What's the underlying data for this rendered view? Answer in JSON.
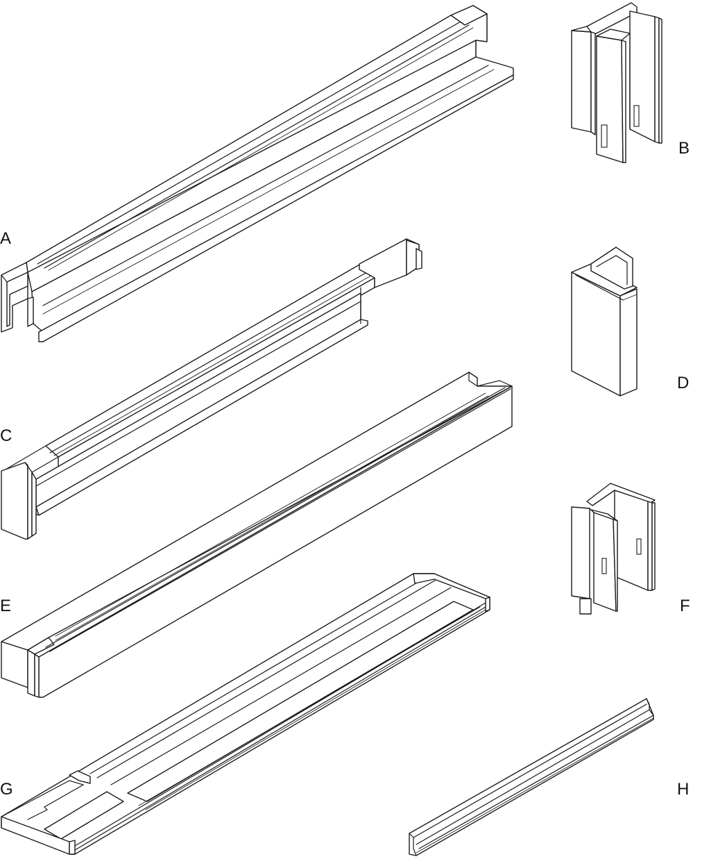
{
  "labels": {
    "a": "A",
    "b": "B",
    "c": "C",
    "d": "D",
    "e": "E",
    "f": "F",
    "g": "G",
    "h": "H"
  },
  "colors": {
    "line": "#1a1a1a",
    "fill": "#ffffff",
    "text": "#111111"
  }
}
